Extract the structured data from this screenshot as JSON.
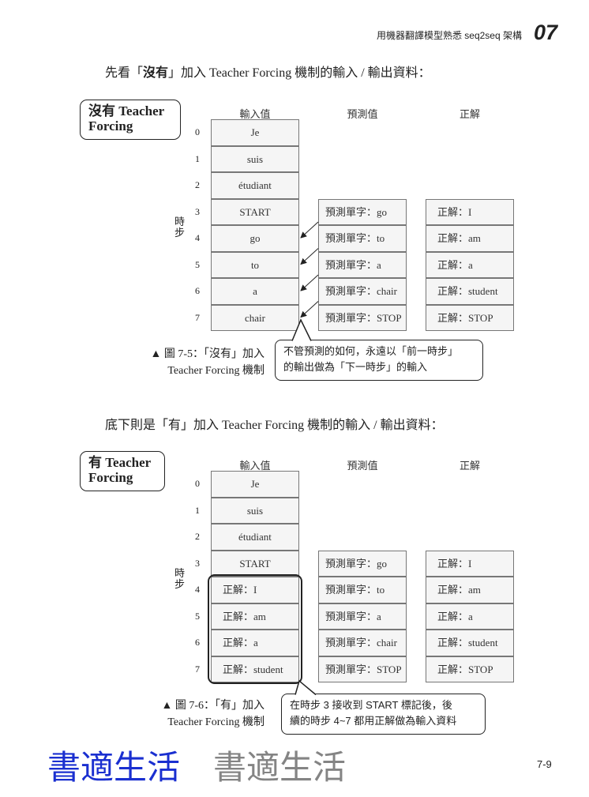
{
  "header": {
    "running_title": "用機器翻譯模型熟悉 seq2seq 架構",
    "chapter": "07"
  },
  "section1": {
    "intro_pre": "先看「",
    "intro_bold": "沒有",
    "intro_post": "」加入 Teacher Forcing 機制的輸入 / 輸出資料：",
    "label_line1": "沒有 Teacher",
    "label_line2": "Forcing",
    "col_headers": [
      "輸入值",
      "預測值",
      "正解"
    ],
    "axis_label": "時步",
    "steps": [
      "0",
      "1",
      "2",
      "3",
      "4",
      "5",
      "6",
      "7"
    ],
    "inputs": [
      "Je",
      "suis",
      "étudiant",
      "START",
      "go",
      "to",
      "a",
      "chair"
    ],
    "predictions": [
      "預測單字：go",
      "預測單字：to",
      "預測單字：a",
      "預測單字：chair",
      "預測單字：STOP"
    ],
    "answers": [
      "正解：I",
      "正解：am",
      "正解：a",
      "正解：student",
      "正解：STOP"
    ],
    "caption_line1": "▲ 圖 7-5：「沒有」加入",
    "caption_line2": "Teacher Forcing 機制",
    "callout_line1": "不管預測的如何，永遠以「前一時步」",
    "callout_line2": "的輸出做為「下一時步」的輸入"
  },
  "section2": {
    "intro": "底下則是「有」加入 Teacher Forcing 機制的輸入 / 輸出資料：",
    "label_line1": "有 Teacher",
    "label_line2": "Forcing",
    "col_headers": [
      "輸入值",
      "預測值",
      "正解"
    ],
    "axis_label": "時步",
    "steps": [
      "0",
      "1",
      "2",
      "3",
      "4",
      "5",
      "6",
      "7"
    ],
    "inputs": [
      "Je",
      "suis",
      "étudiant",
      "START",
      "正解：I",
      "正解：am",
      "正解：a",
      "正解：student"
    ],
    "predictions": [
      "預測單字：go",
      "預測單字：to",
      "預測單字：a",
      "預測單字：chair",
      "預測單字：STOP"
    ],
    "answers": [
      "正解：I",
      "正解：am",
      "正解：a",
      "正解：student",
      "正解：STOP"
    ],
    "caption_line1": "▲ 圖 7-6：「有」加入",
    "caption_line2": "Teacher Forcing 機制",
    "callout_line1": "在時步 3 接收到 START 標記後，後",
    "callout_line2": "續的時步 4~7 都用正解做為輸入資料"
  },
  "watermark": {
    "text": "書適生活",
    "color_blue": "#1a2fd0",
    "color_gray": "#8a8a8a"
  },
  "page_number": "7-9"
}
